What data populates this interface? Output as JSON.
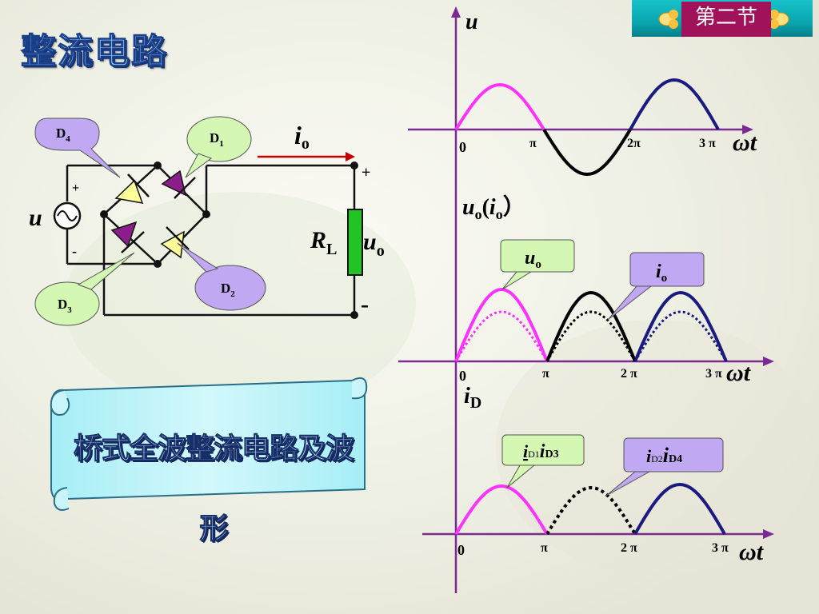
{
  "title": "整流电路",
  "badge": {
    "label": "第二节",
    "left_icon": "flower-icon",
    "right_icon": "flower-icon"
  },
  "circuit": {
    "source_label": "u",
    "source_plus": "+",
    "source_minus": "-",
    "current_label": "i",
    "current_sub": "o",
    "load_label": "R",
    "load_sub": "L",
    "out_label": "u",
    "out_sub": "o",
    "out_plus": "+",
    "out_minus": "-",
    "d4": {
      "label": "D",
      "sub": "4"
    },
    "d1": {
      "label": "D",
      "sub": "1"
    },
    "d3": {
      "label": "D",
      "sub": "3"
    },
    "d2": {
      "label": "D",
      "sub": "2"
    }
  },
  "banner": "桥式全波整流电路及波形",
  "colors": {
    "magenta": "#ff33ff",
    "navy": "#1a1a80",
    "black": "#000000",
    "axis": "#7a2a90",
    "callout_green": "#d4f7b4",
    "callout_purple": "#c0a8f2",
    "diode_yellow": "#ffff99",
    "diode_purple": "#8b1e8b",
    "load_green": "#22c322"
  },
  "charts": [
    {
      "y_label": "u",
      "x_label": "ωt",
      "origin": "0",
      "ticks": [
        "π",
        "2π",
        "3 π"
      ]
    },
    {
      "y_label": "u",
      "y_sub": "o",
      "y_paren": "(",
      "y_label2": "i",
      "y_sub2": "o",
      "y_paren_close": "）",
      "x_label": "ωt",
      "origin": "0",
      "ticks": [
        "π",
        "2 π",
        "3 π"
      ],
      "callout_uo": {
        "label": "u",
        "sub": "o"
      },
      "callout_io": {
        "label": "i",
        "sub": "o"
      }
    },
    {
      "y_label": "i",
      "y_sub": "D",
      "x_label": "ωt",
      "origin": "0",
      "ticks": [
        "π",
        "2 π",
        "3 π"
      ],
      "callout_d13": {
        "l1": "i",
        "s1": "D1",
        "l2": "i",
        "s2": "D3"
      },
      "callout_d24": {
        "l1": "i",
        "s1": "D2",
        "l2": "i",
        "s2": "D4"
      }
    }
  ]
}
